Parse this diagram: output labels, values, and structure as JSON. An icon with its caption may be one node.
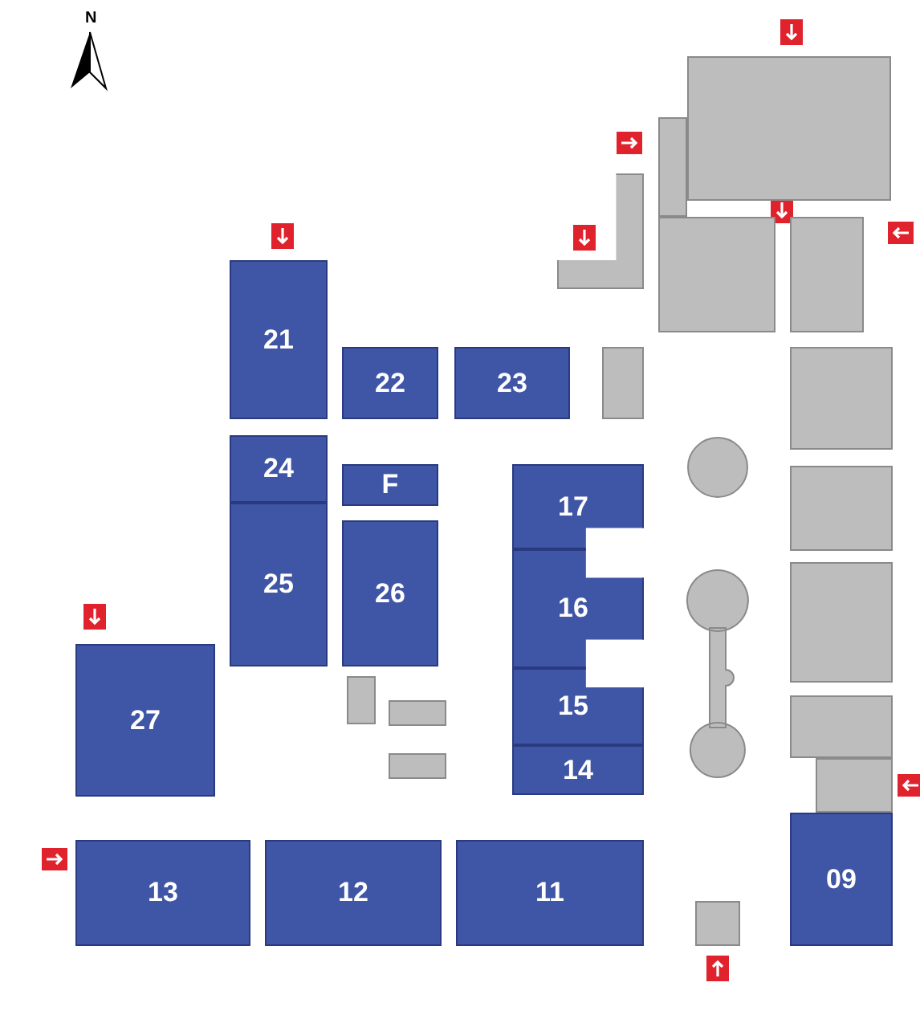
{
  "diagram": {
    "nodes": [
      {
        "text": [],
        "shape": "box"
      },
      {
        "text": [],
        "shape": "box"
      },
      {
        "text": [],
        "shape": "box"
      },
      {
        "text": [],
        "shape": "box"
      },
      {
        "text": [],
        "shape": "box"
      },
      {
        "text": [
          "21"
        ]
      },
      {
        "text": [
          "22"
        ]
      },
      {
        "text": [
          "23"
        ]
      },
      {
        "text": [],
        "shape": "box"
      },
      {
        "text": [],
        "shape": "box"
      },
      {
        "text": [],
        "shape": "circle"
      },
      {
        "text": [
          "24"
        ]
      },
      {
        "text": [
          "F"
        ]
      },
      {
        "text": [
          "17"
        ]
      },
      {
        "text": [],
        "shape": "box"
      },
      {
        "text": [
          "25"
        ]
      },
      {
        "text": [
          "26"
        ]
      },
      {
        "text": [
          "16"
        ]
      },
      {
        "text": [],
        "shape": "picture"
      },
      {
        "text": [],
        "shape": "box"
      },
      {
        "text": [
          "27"
        ]
      },
      {
        "text": [],
        "shape": "box"
      },
      {
        "text": [
          "15"
        ]
      },
      {
        "text": [],
        "shape": "box"
      },
      {
        "text": [],
        "shape": "box"
      },
      {
        "text": [],
        "shape": "box"
      },
      {
        "text": [
          "14"
        ]
      },
      {
        "text": [],
        "shape": "box"
      },
      {
        "text": [
          "09"
        ]
      },
      {
        "text": [
          "13"
        ]
      },
      {
        "text": [
          "12"
        ]
      },
      {
        "text": [
          "11"
        ]
      },
      {
        "text": [],
        "shape": "box"
      }
    ],
    "labels": [
      "N"
    ]
  }
}
